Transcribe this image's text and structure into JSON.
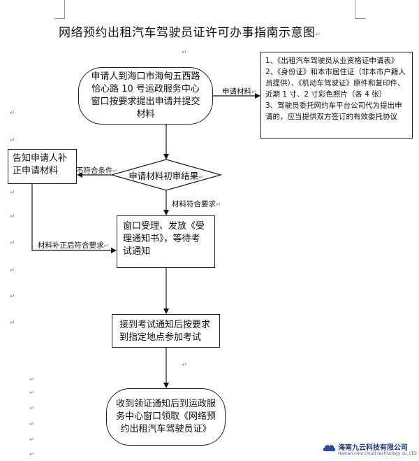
{
  "document": {
    "title": "网络预约出租汽车驾驶员证许可办事指南示意图",
    "para_mark": "↵"
  },
  "flow": {
    "start": "申请人到海口市海甸五西路恰心路 10 号运政服务中心窗口按要求提出申请并提交材料",
    "requirements": [
      "1、《出租汽车驾驶员从业资格证申请表》",
      "2、《身份证》和本市居住证（非本市户籍人员提供）、《机动车驾驶证》原件和复印件、近期 1 寸、2 寸彩色照片（各 4 张）",
      "3、驾驶员委托网约车平台公司代为提出申请的，应当提供双方签订的有效委托协议"
    ],
    "notify_box": "告知申请人补正申请材料",
    "decision": "申请材料初审结果",
    "accept_box": "窗口受理、发放《受理通知书》，等待考试通知",
    "exam_box": "接到考试通知后按要求到指定地点参加考试",
    "end": "收到领证通知后到运政服务中心窗口领取《网络预约出租汽车驾驶员证》",
    "labels": {
      "submit": "申请材料",
      "not_meet": "不符合条件",
      "meet": "材料符合要求",
      "corrected": "材料补正后符合要求"
    }
  },
  "watermark": {
    "name": "海南九云科技有限公司",
    "name_en": "Hainan nine cloud technology co.,LTD"
  }
}
